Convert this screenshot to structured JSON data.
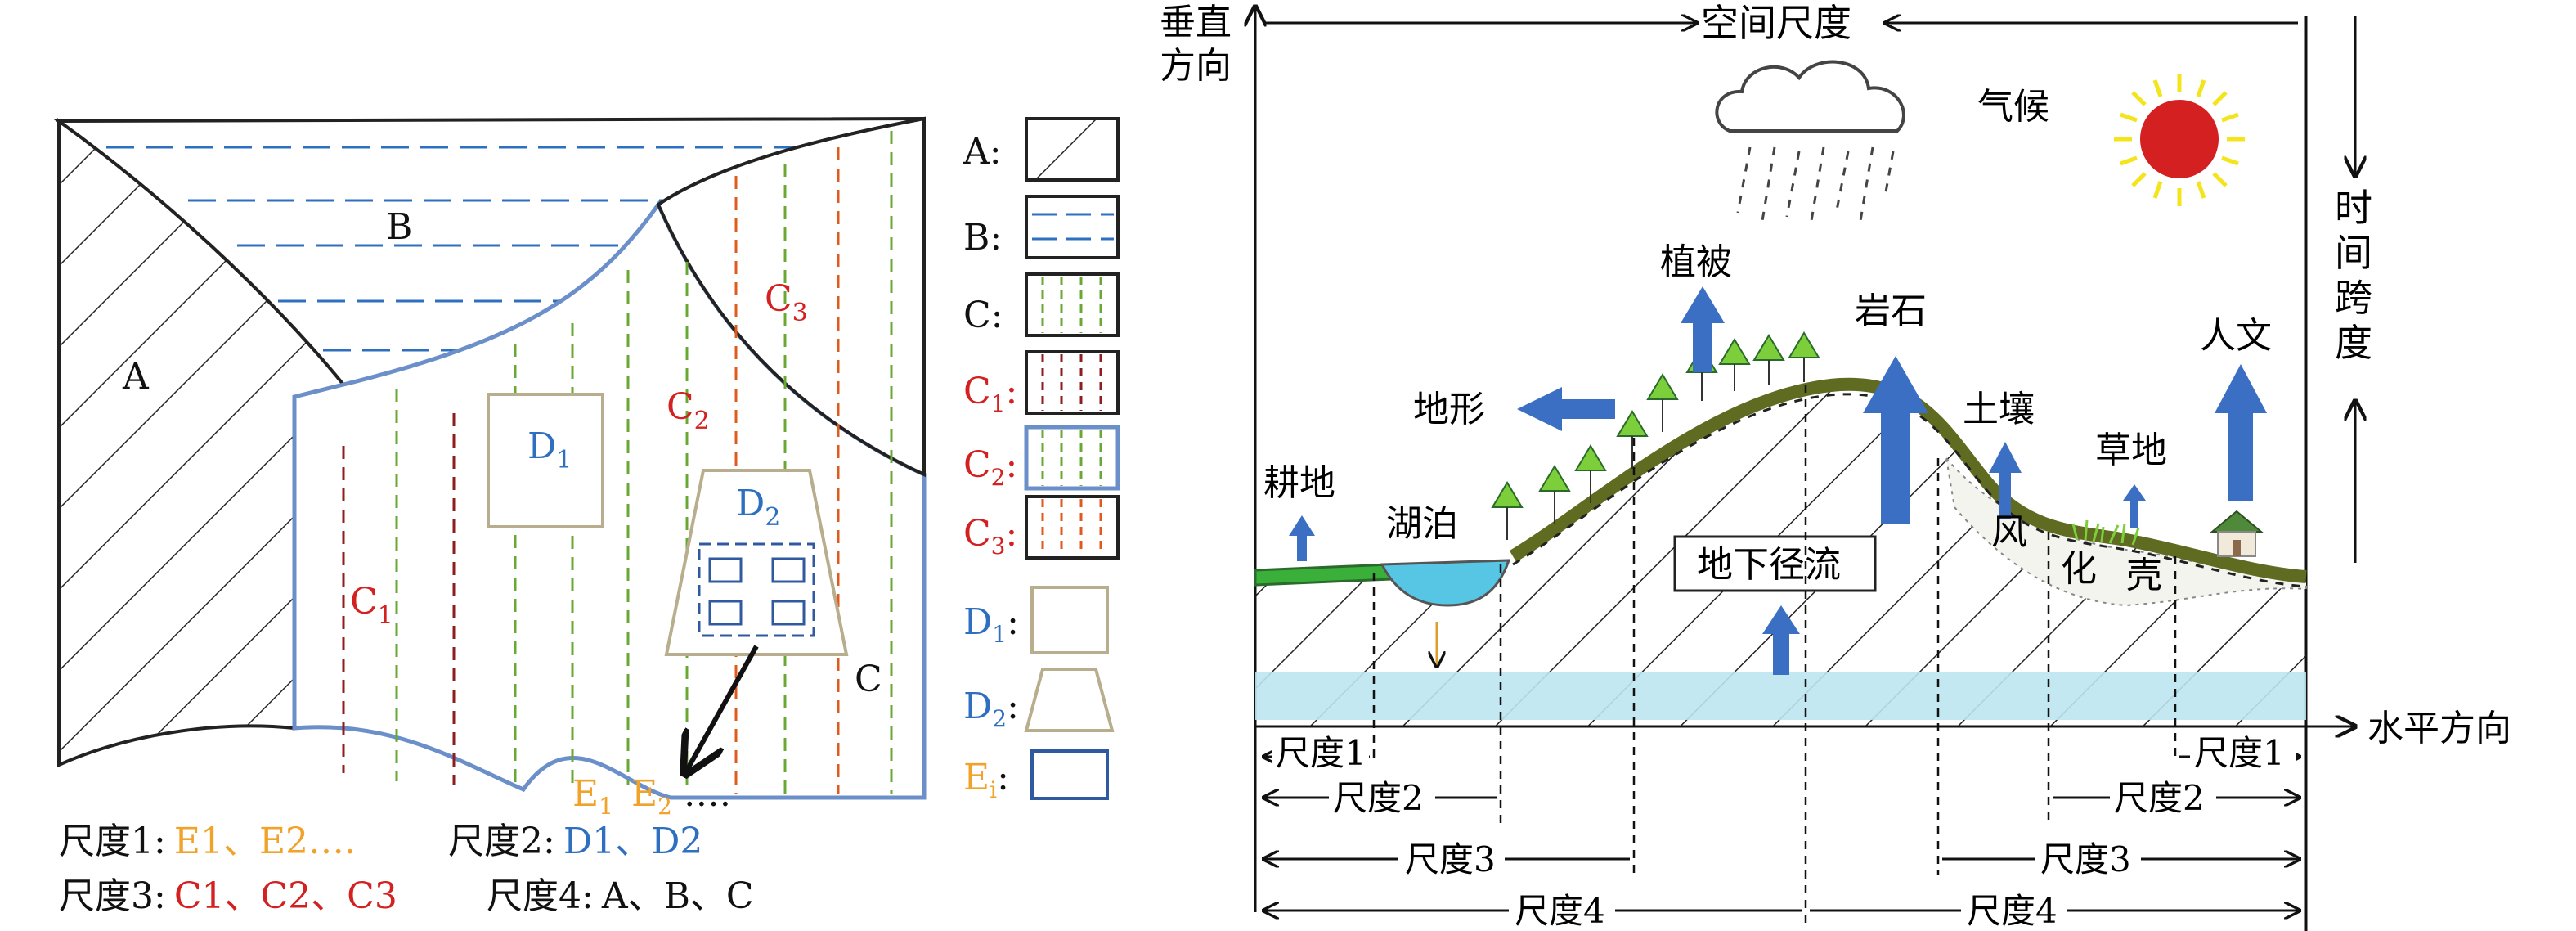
{
  "left": {
    "regions": {
      "A": "A",
      "B": "B",
      "C": "C",
      "C1": "C",
      "C2": "C",
      "C3": "C",
      "D1": "D",
      "D2": "D"
    },
    "subscripts": {
      "one": "1",
      "two": "2",
      "three": "3"
    },
    "e_row": {
      "e1": "E",
      "e2": "E",
      "dots": "…."
    },
    "legend": [
      "A:",
      "B:",
      "C:",
      "C",
      "C",
      "C",
      "D",
      "D",
      "E"
    ],
    "legend_sub": [
      "1",
      "2",
      "3",
      "1",
      "2",
      "i"
    ],
    "scale1": {
      "label": "尺度1:",
      "items": "E1、E2…."
    },
    "scale2": {
      "label": "尺度2:",
      "items": "D1、D2"
    },
    "scale3": {
      "label": "尺度3:",
      "items": "C1、C2、C3"
    },
    "scale4": {
      "label": "尺度4:",
      "items": "A、B、C"
    },
    "colors": {
      "red": "#d32020",
      "blue": "#2f6fc0",
      "orange": "#f0a22a",
      "tan": "#b8ad8c"
    }
  },
  "right": {
    "vertical_axis": "垂直方向",
    "spatial_scale": "空间尺度",
    "climate": "气候",
    "time_span": "时间跨度",
    "horizontal_axis": "水平方向",
    "labels": {
      "vegetation": "植被",
      "rock": "岩石",
      "human": "人文",
      "terrain": "地形",
      "soil": "土壤",
      "farmland": "耕地",
      "grassland": "草地",
      "lake": "湖泊",
      "groundwater": "地下径流",
      "weathering_1": "风",
      "weathering_2": "化",
      "weathering_3": "壳"
    },
    "scales": {
      "s1": "尺度1",
      "s2": "尺度2",
      "s3": "尺度3",
      "s4": "尺度4"
    },
    "colors": {
      "arrow_blue": "#3a6fc4",
      "soil_green": "#5e6b21",
      "water": "#56c6e4",
      "sun": "#d42020",
      "ray": "#f4e41c"
    }
  }
}
